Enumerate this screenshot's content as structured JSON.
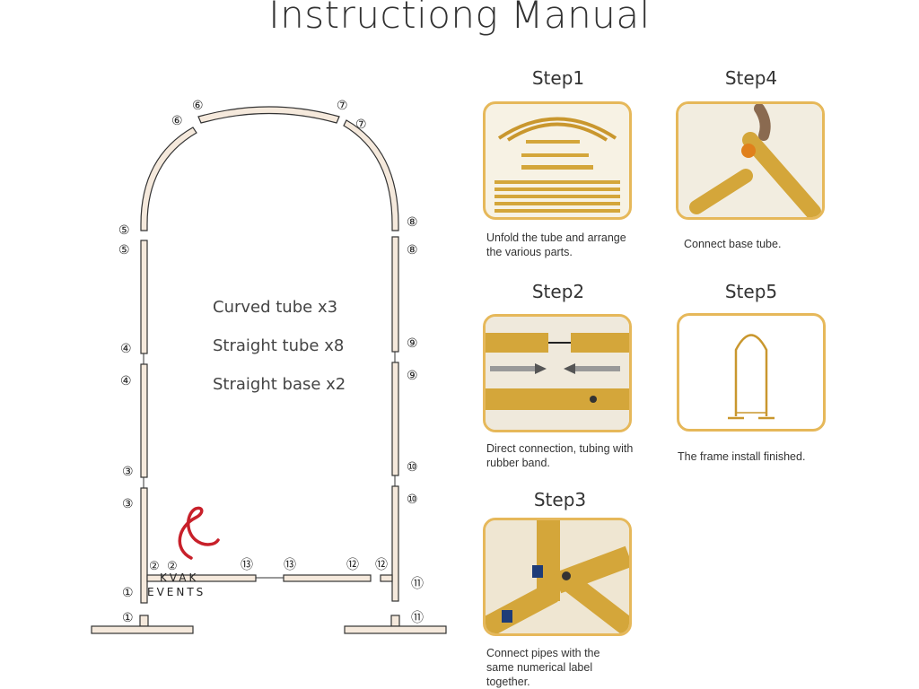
{
  "title": "Instructiong Manual",
  "legend": {
    "curved": "Curved tube  x3",
    "straight": "Straight tube x8",
    "base": "Straight base x2"
  },
  "brand": {
    "line1": "KVAK",
    "line2": "EVENTS",
    "accent_color": "#c8202a"
  },
  "markers": [
    "①",
    "②",
    "③",
    "④",
    "⑤",
    "⑥",
    "⑦",
    "⑧",
    "⑨",
    "⑩",
    "⑪",
    "⑫",
    "⑬"
  ],
  "steps": [
    {
      "label": "Step1",
      "caption": "Unfold the tube and arrange the various parts."
    },
    {
      "label": "Step2",
      "caption": "Direct connection, tubing with rubber band."
    },
    {
      "label": "Step3",
      "caption": "Connect pipes with the same numerical label together."
    },
    {
      "label": "Step4",
      "caption": "Connect base tube."
    },
    {
      "label": "Step5",
      "caption": "The frame install finished."
    }
  ],
  "colors": {
    "frame_border": "#e6b85a",
    "tube_fill": "#f5e9dc",
    "gold": "#d4a63a"
  }
}
